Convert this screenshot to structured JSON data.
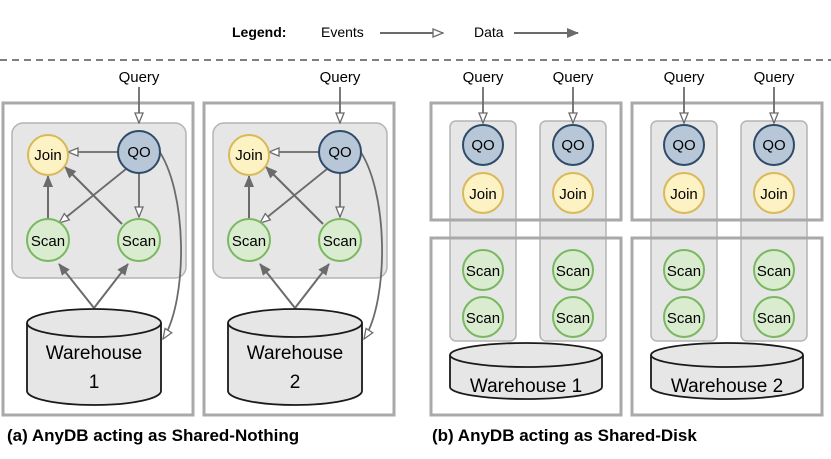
{
  "legend": {
    "title": "Legend:",
    "events_label": "Events",
    "data_label": "Data"
  },
  "query_label": "Query",
  "nodes": {
    "qo": "QO",
    "join": "Join",
    "scan": "Scan"
  },
  "shared_nothing": {
    "warehouse_1": {
      "name": "Warehouse",
      "number": "1"
    },
    "warehouse_2": {
      "name": "Warehouse",
      "number": "2"
    },
    "caption": "(a) AnyDB acting as Shared-Nothing"
  },
  "shared_disk": {
    "warehouse_1": "Warehouse 1",
    "warehouse_2": "Warehouse 2",
    "caption": "(b) AnyDB acting as Shared-Disk"
  },
  "colors": {
    "qo_fill": "#b7c7d8",
    "qo_stroke": "#2f4b68",
    "join_fill": "#fdf2c4",
    "join_stroke": "#d9b95a",
    "scan_fill": "#d9ecd0",
    "scan_stroke": "#7ab85f",
    "panel_fill": "#e6e6e6",
    "panel_stroke": "#b4b4b4",
    "frame_stroke": "#a9a9a9",
    "arrow": "#6b6b6b"
  }
}
